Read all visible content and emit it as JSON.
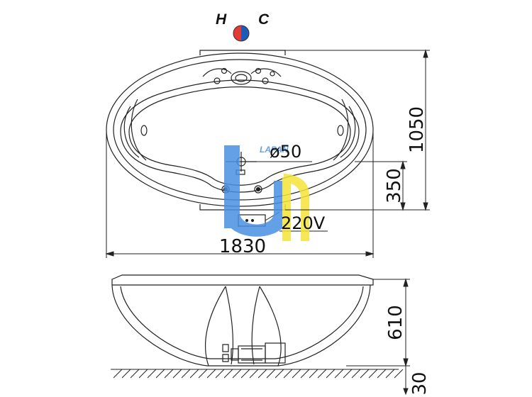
{
  "valve": {
    "hot_label": "H",
    "cold_label": "C",
    "hot_color": "#e53935",
    "cold_color": "#1e5bb8"
  },
  "dimensions": {
    "length": "1830",
    "width": "1050",
    "drain_offset": "350",
    "drain_diameter": "ø50",
    "power": "220V",
    "height": "610",
    "base": "30"
  },
  "watermark": {
    "text": "LAPAN",
    "colors": [
      "#4a90e2",
      "#f5e33a"
    ]
  },
  "colors": {
    "line": "#222222",
    "background": "#ffffff"
  }
}
